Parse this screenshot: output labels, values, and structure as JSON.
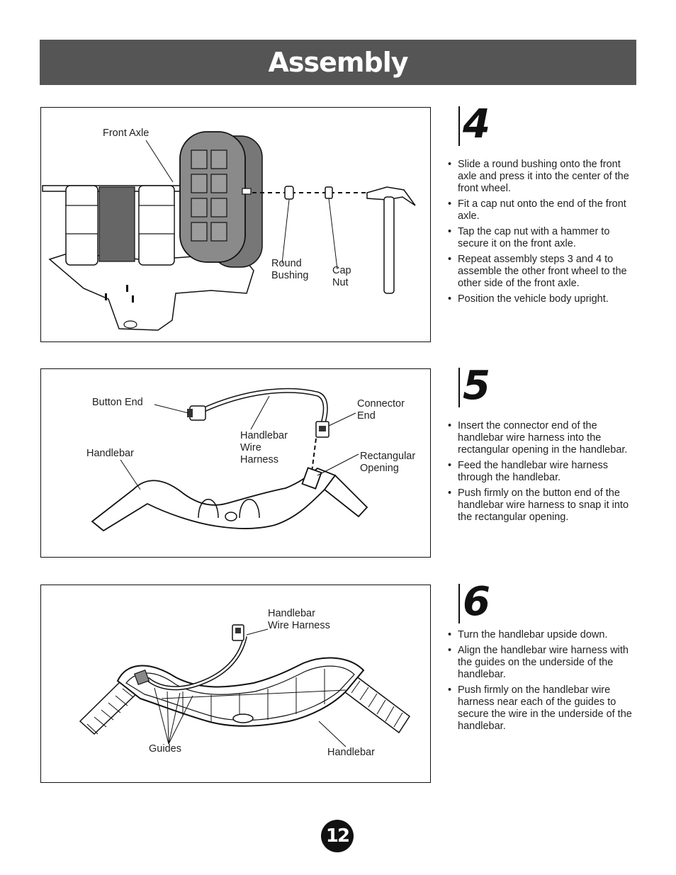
{
  "header": {
    "title": "Assembly"
  },
  "step4": {
    "number": "4",
    "labels": {
      "front_axle": "Front Axle",
      "round_bushing": "Round\nBushing",
      "cap_nut": "Cap\nNut"
    },
    "bullets": [
      "Slide a round bushing onto the front axle and press it into the center of the front wheel.",
      "Fit a cap nut onto the end of the front axle.",
      "Tap the cap nut with a hammer to secure it on the front axle.",
      "Repeat assembly steps 3 and 4 to assemble the other front wheel to the other side of the front axle.",
      "Position the vehicle body upright."
    ]
  },
  "step5": {
    "number": "5",
    "labels": {
      "button_end": "Button End",
      "connector_end": "Connector\nEnd",
      "handlebar_wire_harness": "Handlebar\nWire\nHarness",
      "handlebar": "Handlebar",
      "rectangular_opening": "Rectangular\nOpening"
    },
    "bullets": [
      "Insert the connector end of the handlebar wire harness into the rectangular opening in the handlebar.",
      "Feed the handlebar wire harness through the handlebar.",
      "Push firmly on the button end of the handlebar wire harness to snap it into the rectangular opening."
    ]
  },
  "step6": {
    "number": "6",
    "labels": {
      "handlebar_wire_harness": "Handlebar\nWire Harness",
      "guides": "Guides",
      "handlebar": "Handlebar"
    },
    "bullets": [
      "Turn the handlebar upside down.",
      "Align the handlebar wire harness with the guides on the underside of the handlebar.",
      "Push firmly on the handlebar wire harness near each of the guides to secure the wire in the underside of the handlebar."
    ]
  },
  "footer": {
    "page_number": "12"
  }
}
